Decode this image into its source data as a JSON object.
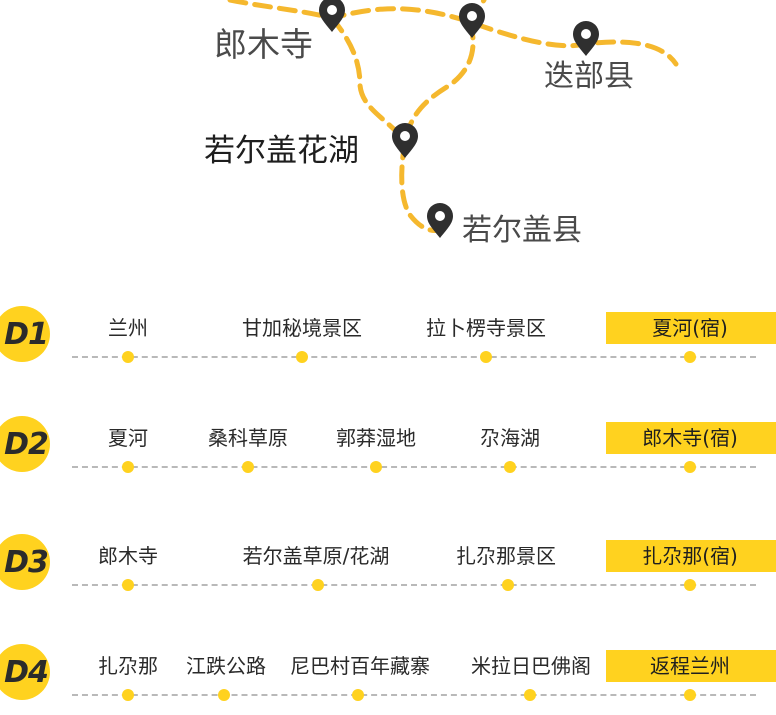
{
  "map": {
    "places": [
      {
        "id": "langmu",
        "label": "郎木寺"
      },
      {
        "id": "diebu",
        "label": "迭部县"
      },
      {
        "id": "huahu",
        "label": "若尔盖花湖"
      },
      {
        "id": "ruoergai",
        "label": "若尔盖县"
      }
    ],
    "route_color": "#f5b82e",
    "pin_color": "#2f2f2f"
  },
  "accent_color": "#ffd21f",
  "days": [
    {
      "badge": "D1",
      "stops": [
        "兰州",
        "甘加秘境景区",
        "拉卜楞寺景区"
      ],
      "end": "夏河(宿)"
    },
    {
      "badge": "D2",
      "stops": [
        "夏河",
        "桑科草原",
        "郭莽湿地",
        "尕海湖"
      ],
      "end": "郎木寺(宿)"
    },
    {
      "badge": "D3",
      "stops": [
        "郎木寺",
        "若尔盖草原/花湖",
        "扎尕那景区"
      ],
      "end": "扎尕那(宿)"
    },
    {
      "badge": "D4",
      "stops": [
        "扎尕那",
        "江跌公路",
        "尼巴村百年藏寨",
        "米拉日巴佛阁"
      ],
      "end": "返程兰州"
    }
  ]
}
